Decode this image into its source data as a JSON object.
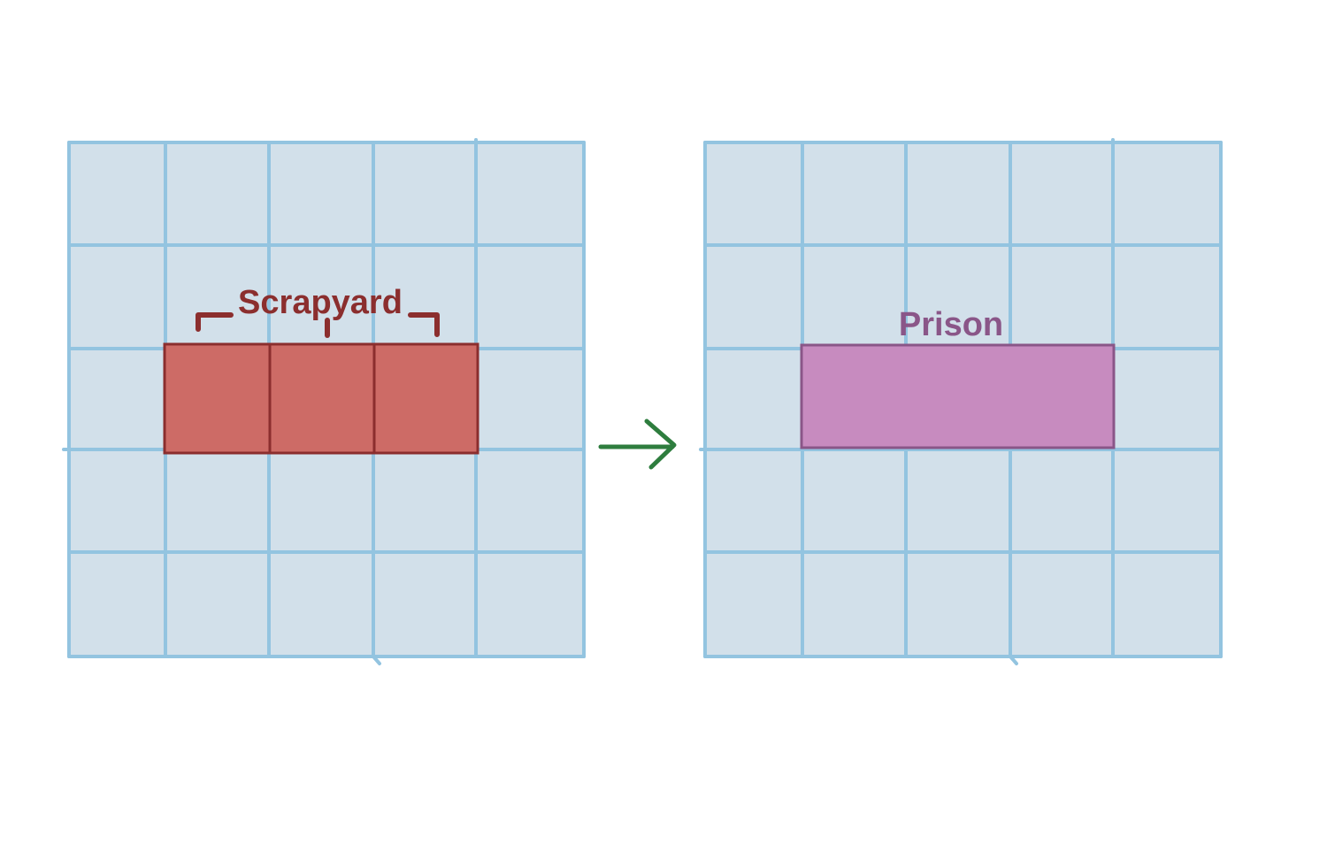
{
  "diagram": {
    "left_panel": {
      "rows": 5,
      "cols": 5,
      "building": {
        "label": "Scrapyard",
        "start_col": 1,
        "row": 2,
        "width_cells": 3,
        "segmented": true,
        "fill_color": "#cd6b66",
        "border_color": "#8b2e2e",
        "label_color": "#8b2e2e"
      }
    },
    "arrow": {
      "direction": "right",
      "color": "#2e7d3e"
    },
    "right_panel": {
      "rows": 5,
      "cols": 5,
      "building": {
        "label": "Prison",
        "start_col": 1,
        "row": 2,
        "width_cells": 3,
        "segmented": false,
        "fill_color": "#c78bbf",
        "border_color": "#8a5688",
        "label_color": "#8a5688"
      }
    },
    "colors": {
      "cell_fill": "#d2e0ea",
      "grid_line": "#93c4e0"
    }
  }
}
